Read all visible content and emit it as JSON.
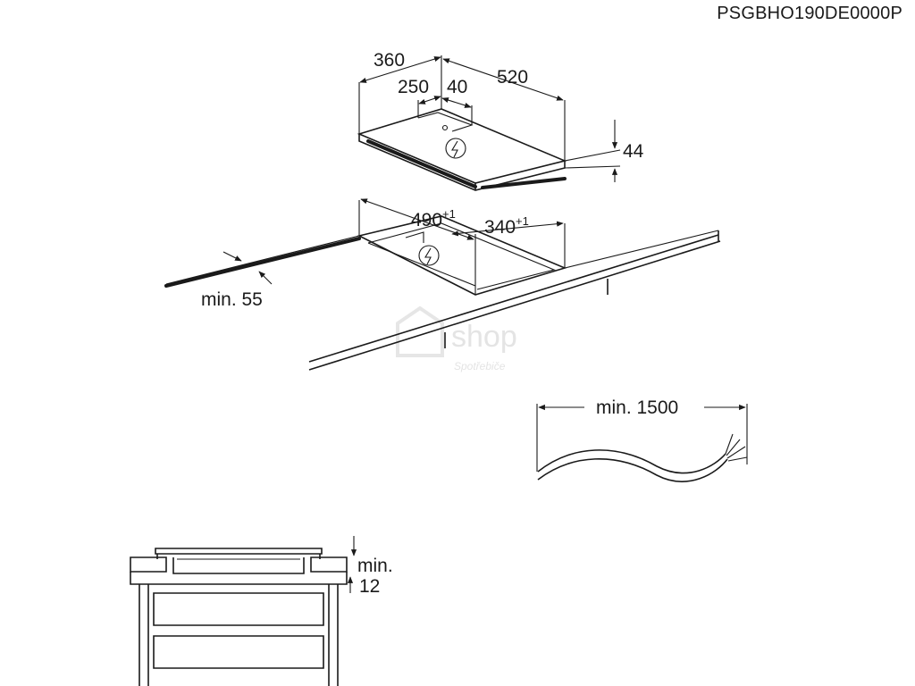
{
  "product_code": "PSGBHO190DE0000P",
  "hob_dimensions": {
    "depth": "360",
    "front_offset": "250",
    "terminal_width": "40",
    "width": "520",
    "height": "44"
  },
  "cutout_dimensions": {
    "width": "490",
    "width_tolerance": "+1",
    "depth": "340",
    "depth_tolerance": "+1",
    "min_edge_distance": "min. 55"
  },
  "cable": {
    "min_length": "min. 1500"
  },
  "clearance": {
    "label_min": "min.",
    "value": "12"
  },
  "watermark": {
    "brand": "shop",
    "sub": "Spotřebiče"
  },
  "icons": {
    "electric": "lightning-bolt-in-circle"
  }
}
